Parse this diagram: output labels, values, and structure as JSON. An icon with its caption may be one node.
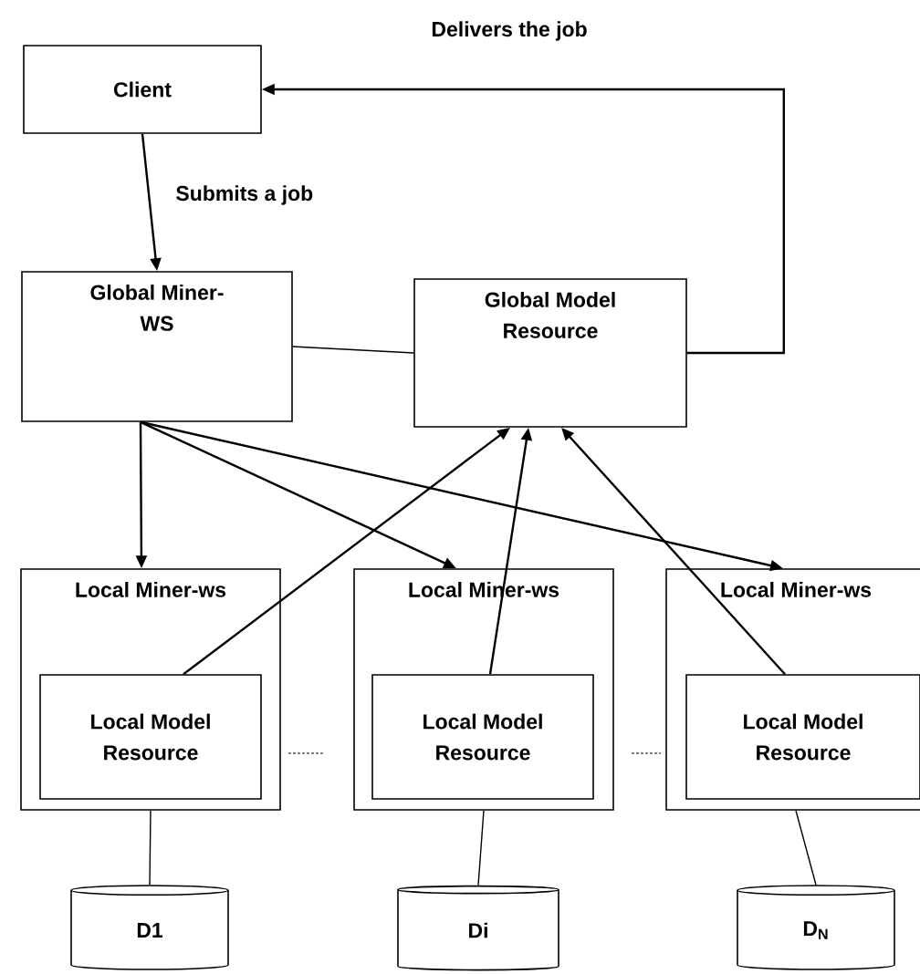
{
  "diagram": {
    "nodes": [
      {
        "text": [
          "Client"
        ]
      },
      {
        "text": [
          "Global Miner- WS"
        ]
      },
      {
        "text": [
          "Global Model Resource"
        ]
      },
      {
        "text": [
          "Local Miner-ws"
        ]
      },
      {
        "text": [
          "Local Model Resource"
        ],
        "in": 3
      },
      {
        "text": [
          "Local Miner-ws"
        ]
      },
      {
        "text": [
          "Local Model Resource"
        ],
        "in": 5
      },
      {
        "text": [
          "Local Miner-ws"
        ]
      },
      {
        "text": [
          "Local Model Resource"
        ],
        "in": 7
      },
      {
        "text": [
          "D1"
        ]
      },
      {
        "text": [
          "Di"
        ]
      },
      {
        "text": [
          "D$_{N}$"
        ]
      }
    ],
    "edges": [
      {
        "from": 0,
        "to": 1,
        "arrow": "to",
        "label": "Submits a job"
      },
      {
        "from": 2,
        "to": 0,
        "arrow": "to",
        "label": "Delivers the job"
      },
      {
        "from": 1,
        "to": 2,
        "arrow": "none"
      },
      {
        "from": 1,
        "to": 3,
        "arrow": "to"
      },
      {
        "from": 1,
        "to": 5,
        "arrow": "to"
      },
      {
        "from": 1,
        "to": 7,
        "arrow": "to"
      },
      {
        "from": 4,
        "to": 2,
        "arrow": "to"
      },
      {
        "from": 6,
        "to": 2,
        "arrow": "to"
      },
      {
        "from": 8,
        "to": 2,
        "arrow": "to"
      },
      {
        "from": 3,
        "to": 9,
        "arrow": "none"
      },
      {
        "from": 5,
        "to": 10,
        "arrow": "none"
      },
      {
        "from": 7,
        "to": 11,
        "arrow": "none"
      }
    ]
  }
}
